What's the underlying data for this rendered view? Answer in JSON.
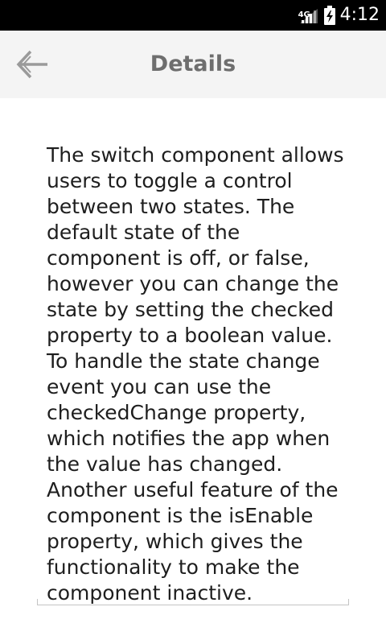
{
  "status_bar": {
    "network_label": "4G",
    "time": "4:12",
    "icons": [
      "signal-icon",
      "battery-charging-icon"
    ]
  },
  "header": {
    "title": "Details",
    "back_icon": "arrow-left-icon"
  },
  "content": {
    "text": "The switch component allows users to toggle a control between two states. The default state of the component is off, or false, however you can change the state by setting the checked property to a boolean value. To handle the state change event you can use the checkedChange property, which notifies the app when the value has changed. Another useful feature of the component is the isEnable property, which gives the functionality to make the component inactive."
  },
  "colors": {
    "status_bar_bg": "#000000",
    "action_bar_bg": "#f4f4f4",
    "title_color": "#6e6e6e",
    "text_color": "#1e1e1e"
  }
}
